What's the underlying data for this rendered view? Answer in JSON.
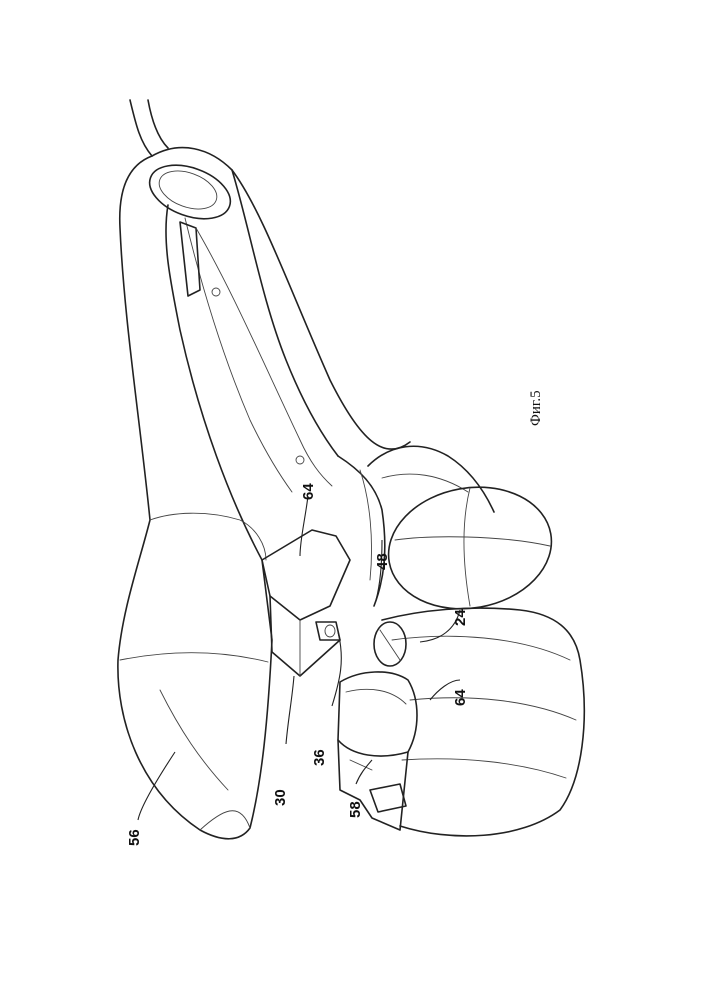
{
  "figure": {
    "caption": "Фиг.5",
    "callouts": [
      {
        "id": "c56",
        "text": "56"
      },
      {
        "id": "c30",
        "text": "30"
      },
      {
        "id": "c36",
        "text": "36"
      },
      {
        "id": "c58",
        "text": "58"
      },
      {
        "id": "c64a",
        "text": "64"
      },
      {
        "id": "c64b",
        "text": "64"
      },
      {
        "id": "c48",
        "text": "48"
      },
      {
        "id": "c24",
        "text": "24"
      }
    ]
  }
}
